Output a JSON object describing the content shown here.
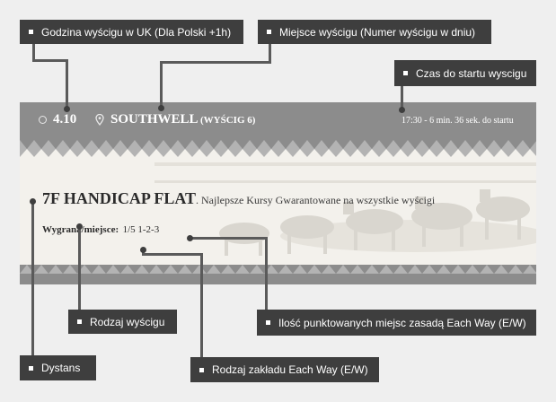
{
  "banner": {
    "time": "4.10",
    "venue": "SOUTHWELL",
    "race_number": "(WYŚCIG 6)",
    "countdown": "17:30 - 6 min. 36 sek. do startu",
    "race_title": "7F HANDICAP FLAT",
    "race_subtitle": ". Najlepsze Kursy Gwarantowane na wszystkie wyścigi",
    "ew_label": "Wygrana/miejsce:",
    "ew_terms": "1/5 1-2-3",
    "icons": {
      "time": "clock-icon",
      "venue": "location-pin-icon"
    },
    "colors": {
      "bar": "#8c8c8c",
      "band": "#b3b3b3",
      "body": "#f3f1ec",
      "text": "#2b2b2b"
    }
  },
  "callouts": {
    "race_time": "Godzina wyścigu w UK (Dla Polski +1h)",
    "venue": "Miejsce wyścigu (Numer wyścigu w dniu)",
    "countdown": "Czas do startu wyscigu",
    "race_type": "Rodzaj wyścigu",
    "places": "Ilość punktowanych miejsc zasadą Each Way (E/W)",
    "distance": "Dystans",
    "ew_type": "Rodzaj zakładu Each Way (E/W)"
  },
  "colors": {
    "callout_bg": "#3e3e3e",
    "page_bg": "#efefef",
    "connector": "#5a5a5a"
  }
}
